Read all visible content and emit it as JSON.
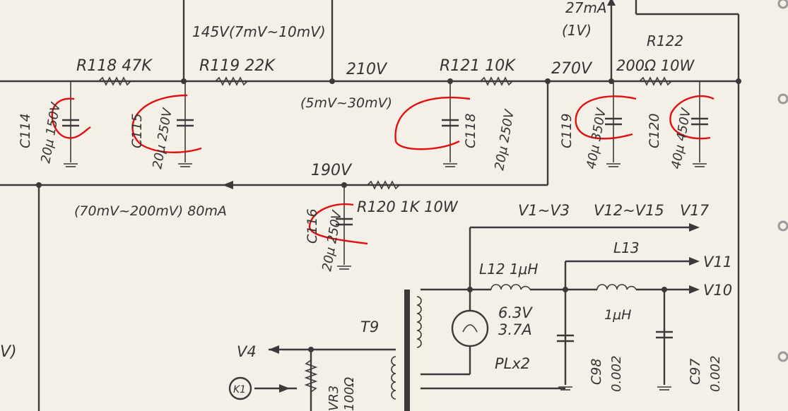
{
  "labels": {
    "v145": "145V(7mV~10mV)",
    "r118": "R118 47K",
    "r119": "R119 22K",
    "v210": "210V",
    "r121": "R121 10K",
    "v270": "270V",
    "r122": "R122",
    "r122_val": "200Ω 10W",
    "ma27": "27mA",
    "v1v": "(1V)",
    "mv530": "(5mV~30mV)",
    "c114": "C114",
    "c114_val": "20μ 150V",
    "c115": "C115",
    "c115_val": "20μ 250V",
    "c118": "C118",
    "c118_val": "20μ 250V",
    "c119": "C119",
    "c119_val": "40μ 350V",
    "c120": "C120",
    "c120_val": "40μ 450V",
    "v190": "190V",
    "r120": "R120 1K 10W",
    "c116": "C116",
    "c116_val": "20μ 250V",
    "ma80": "(70mV~200mV) 80mA",
    "v1v3": "V1~V3",
    "v12v15": "V12~V15",
    "v17": "V17",
    "l12": "L12 1μH",
    "l13": "L13",
    "v11": "V11",
    "v10": "V10",
    "l13_val": "1μH",
    "lamp_v": "6.3V",
    "lamp_a": "3.7A",
    "lamp_pl": "PLx2",
    "t9": "T9",
    "v4": "V4",
    "k1": "K1",
    "vr3": "VR3",
    "vr3_val": "100Ω",
    "c98": "C98",
    "c98_val": "0.002",
    "c97": "C97",
    "c97_val": "0.002",
    "left_v": "V)"
  },
  "colors": {
    "ink": "#3a3a3a",
    "paper": "#f4f0e8",
    "annotation": "#e01010"
  }
}
